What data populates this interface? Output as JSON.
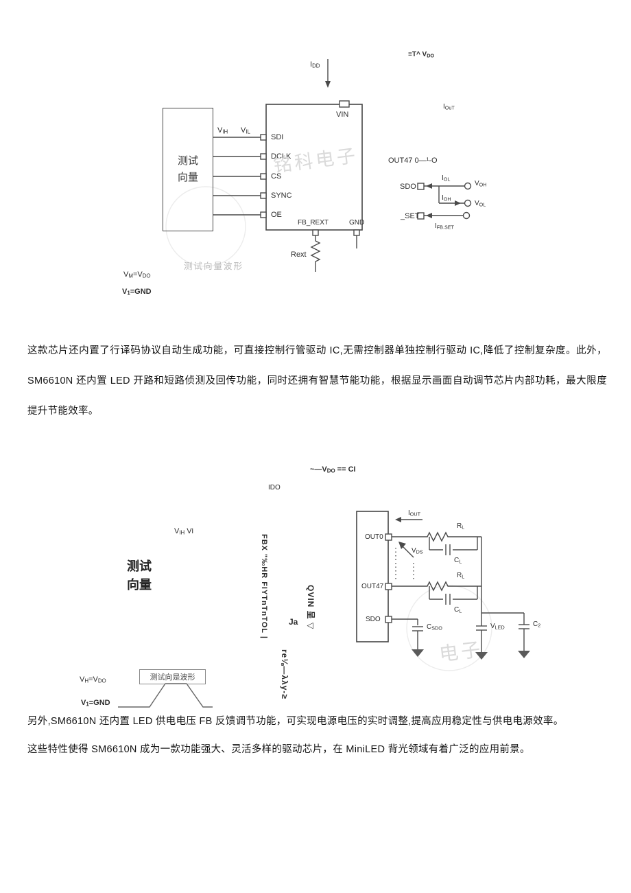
{
  "colors": {
    "line": "#4a4a4a",
    "watermark": "#d8d8d8",
    "text": "#141414"
  },
  "diagram1": {
    "top_right_label": [
      {
        "t": "≡T^ V"
      },
      {
        "t": "DO",
        "s": 1
      }
    ],
    "idd": [
      {
        "t": "I"
      },
      {
        "t": "DD",
        "s": 1
      }
    ],
    "vin": "VIN",
    "test_box_line1": "测试",
    "test_box_line2": "向量",
    "vih": [
      {
        "t": "V"
      },
      {
        "t": "IH",
        "s": 1
      }
    ],
    "vil": [
      {
        "t": "V"
      },
      {
        "t": "IL",
        "s": 1
      }
    ],
    "pins": [
      "SDI",
      "DCLK",
      "CS",
      "SYNC",
      "OE"
    ],
    "fb_rext": "FB_REXT",
    "gnd": "GND",
    "rext": "Rext",
    "waveform_watermark": "测试向量波形",
    "brand_watermark": "铭科电子",
    "iout": [
      {
        "t": "I"
      },
      {
        "t": "OuT",
        "s": 1
      }
    ],
    "out47_line": "OUT47 0—¹-O",
    "sdo": "SDO",
    "set": "_SET",
    "iol": [
      {
        "t": "I"
      },
      {
        "t": "OL",
        "s": 1
      }
    ],
    "ioh": [
      {
        "t": "I"
      },
      {
        "t": "OH",
        "s": 1
      }
    ],
    "voh": [
      {
        "t": "V"
      },
      {
        "t": "OH",
        "s": 1
      }
    ],
    "vol": [
      {
        "t": "V"
      },
      {
        "t": "OL",
        "s": 1
      }
    ],
    "ifb_set": [
      {
        "t": "I"
      },
      {
        "t": "FB.SET",
        "s": 1
      }
    ],
    "vm_vdo": [
      {
        "t": "V"
      },
      {
        "t": "M",
        "s": 1
      },
      {
        "t": "=V"
      },
      {
        "t": "DO",
        "s": 1
      }
    ],
    "v1_gnd": [
      {
        "t": "V"
      },
      {
        "t": "1",
        "s": 1
      },
      {
        "t": "=GND"
      }
    ]
  },
  "paragraph1": "这款芯片还内置了行译码协议自动生成功能，可直接控制行管驱动 IC,无需控制器单独控制行驱动 IC,降低了控制复杂度。此外，SM6610N 还内置 LED 开路和短路侦测及回传功能，同时还拥有智慧节能功能，根据显示画面自动调节芯片内部功耗，最大限度提升节能效率。",
  "diagram2": {
    "top_label": [
      {
        "t": "~—V"
      },
      {
        "t": "DO",
        "s": 1
      },
      {
        "t": " == CI"
      }
    ],
    "ido": "IDO",
    "vih_vi": [
      {
        "t": "V"
      },
      {
        "t": "IH",
        "s": 1
      },
      {
        "t": " Vi"
      }
    ],
    "test_box_line1": "测试",
    "test_box_line2": "向量",
    "vert_text_1": "FBX \"‰HR FIYTnTnTOL |",
    "vert_text_2": "QVIN 呈 ▽",
    "ja": "Ja",
    "vert_text_3": "re⅛—λλy-≥",
    "out0": "OUT0",
    "out47": "OUT47",
    "sdo": "SDO",
    "iout": [
      {
        "t": "I"
      },
      {
        "t": "OUT",
        "s": 1
      }
    ],
    "vds": [
      {
        "t": "V"
      },
      {
        "t": "DS",
        "s": 1
      }
    ],
    "rl": [
      {
        "t": "R"
      },
      {
        "t": "L",
        "s": 1
      }
    ],
    "cl": [
      {
        "t": "C"
      },
      {
        "t": "L",
        "s": 1
      }
    ],
    "csdo": [
      {
        "t": "C"
      },
      {
        "t": "SDO",
        "s": 1
      }
    ],
    "vled": [
      {
        "t": "V"
      },
      {
        "t": "LED",
        "s": 1
      }
    ],
    "c2": [
      {
        "t": "C"
      },
      {
        "t": "2",
        "s": 1
      }
    ],
    "waveform_label": "测试向是波形",
    "vh_vdo": [
      {
        "t": "V"
      },
      {
        "t": "H",
        "s": 1
      },
      {
        "t": "=V"
      },
      {
        "t": "DO",
        "s": 1
      }
    ],
    "v1_gnd": [
      {
        "t": "V"
      },
      {
        "t": "1",
        "s": 1
      },
      {
        "t": "=GND"
      }
    ],
    "brand_watermark": "电子"
  },
  "paragraph2": "另外,SM6610N 还内置 LED 供电电压 FB 反馈调节功能，可实现电源电压的实时调整,提高应用稳定性与供电电源效率。",
  "paragraph3": "这些特性使得 SM6610N 成为一款功能强大、灵活多样的驱动芯片，在 MiniLED 背光领域有着广泛的应用前景。"
}
